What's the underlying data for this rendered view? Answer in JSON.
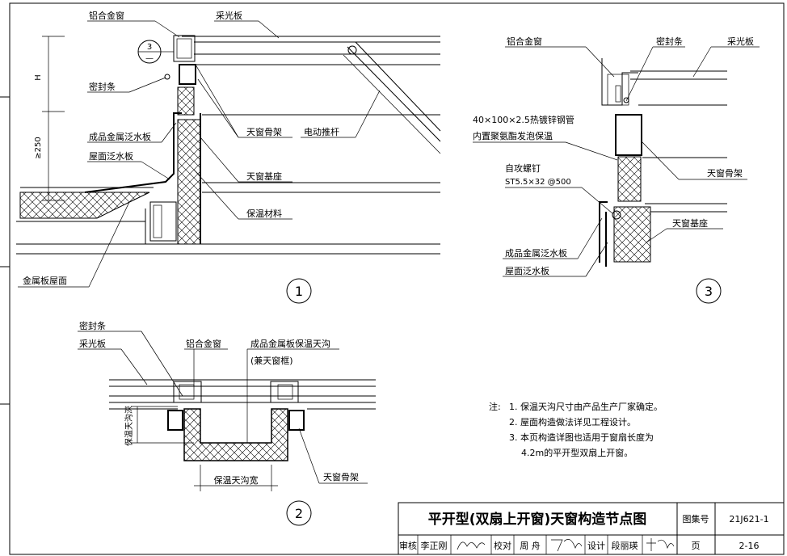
{
  "detail1": {
    "labels": {
      "aluminum_window": "铝合金窗",
      "daylight_panel": "采光板",
      "seal_strip": "密封条",
      "flashing_product": "成品金属泛水板",
      "roof_flashing": "屋面泛水板",
      "metal_roof": "金属板屋面",
      "skylight_frame": "天窗骨架",
      "electric_actuator": "电动推杆",
      "skylight_base": "天窗基座",
      "insulation": "保温材料"
    },
    "dim_h": "H",
    "dim_250": "≥250",
    "ref_top": "3",
    "ref_bottom": "—",
    "number": "1"
  },
  "detail2": {
    "labels": {
      "seal_strip": "密封条",
      "daylight_panel": "采光板",
      "aluminum_window": "铝合金窗",
      "gutter": "成品金属板保温天沟",
      "gutter_sub": "(兼天窗框)",
      "gutter_depth": "保温天沟深",
      "gutter_width": "保温天沟宽",
      "skylight_frame": "天窗骨架"
    },
    "number": "2"
  },
  "detail3": {
    "labels": {
      "aluminum_window": "铝合金窗",
      "seal_strip": "密封条",
      "daylight_panel": "采光板",
      "steel_pipe_1": "40×100×2.5热镀锌钢管",
      "steel_pipe_2": "内置聚氨酯发泡保温",
      "screw_1": "自攻螺钉",
      "screw_2": "ST5.5×32 @500",
      "skylight_frame": "天窗骨架",
      "skylight_base": "天窗基座",
      "flashing_product": "成品金属泛水板",
      "roof_flashing": "屋面泛水板"
    },
    "number": "3"
  },
  "notes": {
    "prefix": "注:",
    "items": [
      "1. 保温天沟尺寸由产品生产厂家确定。",
      "2. 屋面构造做法详见工程设计。",
      "3. 本页构造详图也适用于窗扇长度为",
      "4.2m的平开型双扇上开窗。"
    ]
  },
  "title_block": {
    "title": "平开型(双扇上开窗)天窗构造节点图",
    "atlas_label": "图集号",
    "atlas_no": "21J621-1",
    "review_label": "审核",
    "review_name": "李正刚",
    "check_label": "校对",
    "check_name": "周 舟",
    "design_label": "设计",
    "design_name": "段丽瑛",
    "page_label": "页",
    "page_no": "2-16"
  }
}
